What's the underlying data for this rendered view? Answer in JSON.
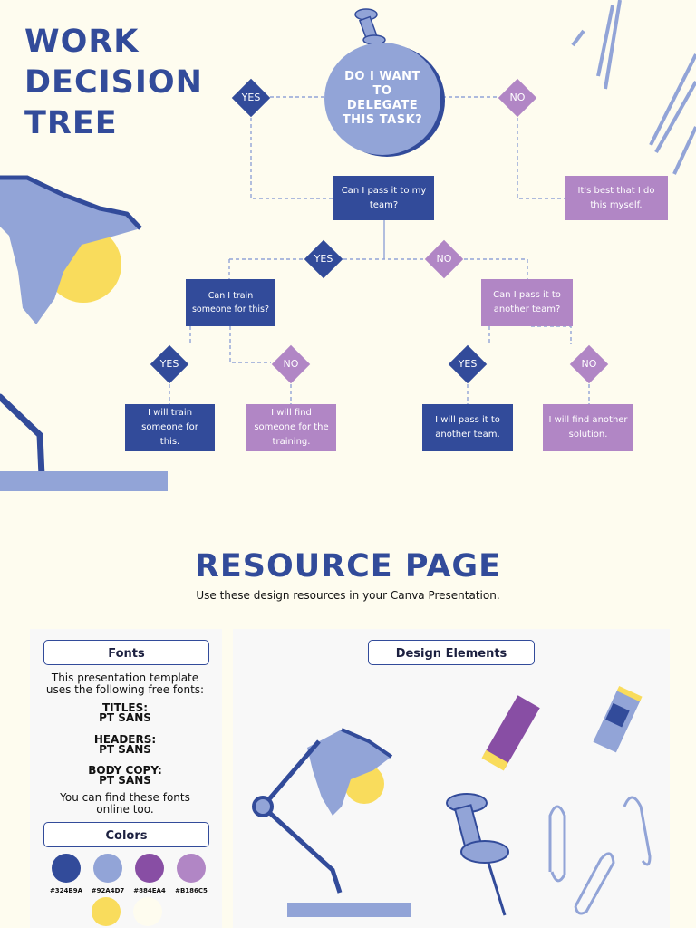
{
  "title": "WORK DECISION TREE",
  "tree": {
    "root": "DO I WANT TO DELEGATE THIS TASK?",
    "yes": "YES",
    "no": "NO",
    "q1": "Can I pass it to my team?",
    "myself": "It's best that I do this myself.",
    "q2": "Can I train someone for this?",
    "q3": "Can I pass it to another team?",
    "a1": "I will train someone for this.",
    "a2": "I will find someone for the training.",
    "a3": "I will pass it to another team.",
    "a4": "I will find another solution."
  },
  "resources": {
    "title": "RESOURCE PAGE",
    "subtitle": "Use these design resources in your Canva Presentation.",
    "fonts_label": "Fonts",
    "fonts_intro": "This presentation template uses the following free fonts:",
    "titles_label": "TITLES:",
    "titles_font": "PT SANS",
    "headers_label": "HEADERS:",
    "headers_font": "PT SANS",
    "body_label": "BODY COPY:",
    "body_font": "PT SANS",
    "fonts_outro": "You can find these fonts online too.",
    "colors_label": "Colors",
    "design_label": "Design Elements",
    "colors": [
      "#324B9A",
      "#92A4D7",
      "#884EA4",
      "#B186C5"
    ],
    "extra_colors": [
      "#F9DC5C",
      "#FEFCEF"
    ]
  },
  "palette": {
    "blue": "#324B9A",
    "light_blue": "#92A4D7",
    "purple": "#884EA4",
    "lilac": "#B186C5",
    "yellow": "#F9DC5C",
    "cream": "#FEFCEF"
  }
}
